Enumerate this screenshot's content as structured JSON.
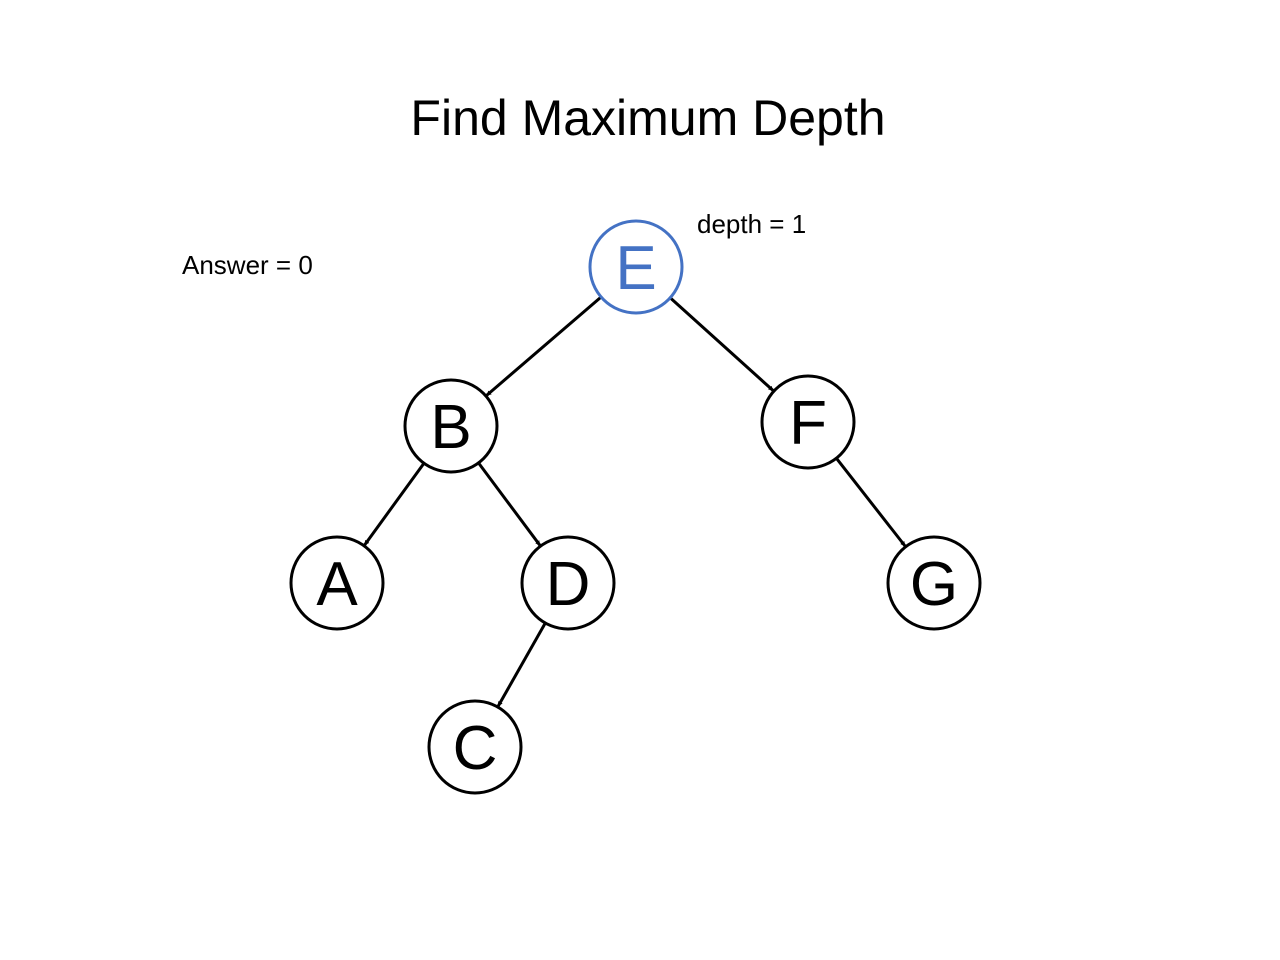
{
  "title": "Find Maximum Depth",
  "answer_text": "Answer = 0",
  "depth_text": "depth = 1",
  "colors": {
    "highlight": "#4472c4",
    "default": "#000000"
  },
  "tree": {
    "highlighted_node": "E",
    "nodes": [
      {
        "id": "E",
        "label": "E",
        "highlighted": true
      },
      {
        "id": "B",
        "label": "B",
        "highlighted": false
      },
      {
        "id": "F",
        "label": "F",
        "highlighted": false
      },
      {
        "id": "A",
        "label": "A",
        "highlighted": false
      },
      {
        "id": "D",
        "label": "D",
        "highlighted": false
      },
      {
        "id": "G",
        "label": "G",
        "highlighted": false
      },
      {
        "id": "C",
        "label": "C",
        "highlighted": false
      }
    ],
    "edges": [
      {
        "from": "E",
        "to": "B"
      },
      {
        "from": "E",
        "to": "F"
      },
      {
        "from": "B",
        "to": "A"
      },
      {
        "from": "B",
        "to": "D"
      },
      {
        "from": "F",
        "to": "G"
      },
      {
        "from": "D",
        "to": "C"
      }
    ]
  }
}
